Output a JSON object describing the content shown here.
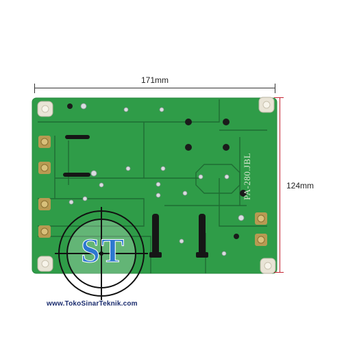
{
  "dimensions": {
    "width_label": "171mm",
    "height_label": "124mm"
  },
  "board": {
    "silkscreen_text": "PA-280.JBL"
  },
  "watermark": {
    "logo_letters": "ST",
    "website": "www.TokoSinarTeknik.com"
  },
  "colors": {
    "pcb_green": "#2f9c48",
    "trace_dark": "#1f6c33",
    "dim_line_red": "#c4202f",
    "logo_blue": "#1a5fb4"
  }
}
